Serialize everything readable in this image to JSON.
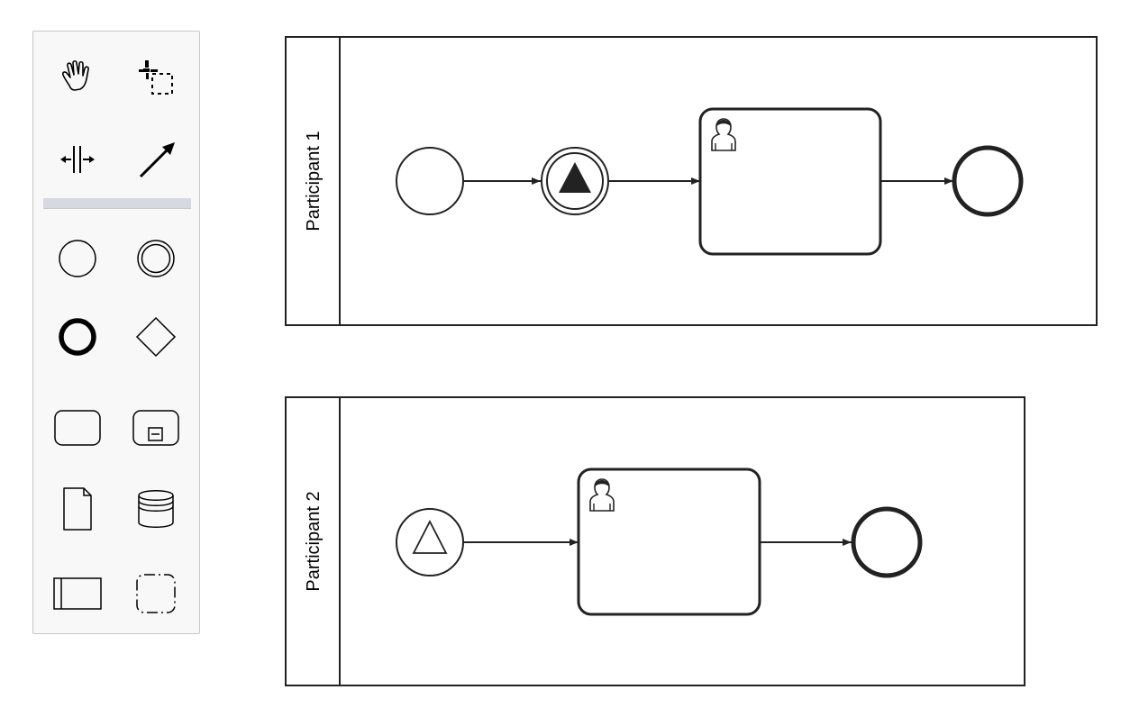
{
  "palette": {
    "tools": [
      {
        "name": "hand-tool-icon"
      },
      {
        "name": "lasso-tool-icon"
      },
      {
        "name": "space-tool-icon"
      },
      {
        "name": "global-connect-tool-icon"
      },
      {
        "name": "start-event-icon"
      },
      {
        "name": "intermediate-event-icon"
      },
      {
        "name": "end-event-icon"
      },
      {
        "name": "gateway-icon"
      },
      {
        "name": "task-icon"
      },
      {
        "name": "subprocess-icon"
      },
      {
        "name": "data-object-icon"
      },
      {
        "name": "data-store-icon"
      },
      {
        "name": "participant-icon"
      },
      {
        "name": "group-icon"
      }
    ]
  },
  "diagram": {
    "pools": [
      {
        "label": "Participant 1"
      },
      {
        "label": "Participant 2"
      }
    ],
    "elements": [
      {
        "type": "start-event",
        "pool": "Participant 1"
      },
      {
        "type": "intermediate-throw-escalation-event",
        "pool": "Participant 1"
      },
      {
        "type": "user-task",
        "pool": "Participant 1"
      },
      {
        "type": "end-event",
        "pool": "Participant 1"
      },
      {
        "type": "escalation-start-event",
        "pool": "Participant 2"
      },
      {
        "type": "user-task",
        "pool": "Participant 2"
      },
      {
        "type": "end-event",
        "pool": "Participant 2"
      }
    ],
    "colors": {
      "stroke": "#222222",
      "fill": "#ffffff",
      "palette_bg": "#f8f8f8",
      "separator": "#d5d9e0"
    }
  }
}
